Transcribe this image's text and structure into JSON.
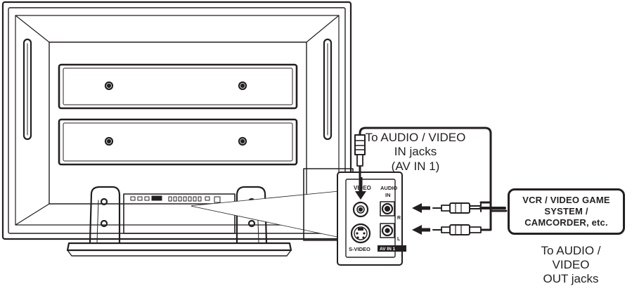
{
  "labels": {
    "in_jacks": [
      "To AUDIO / VIDEO",
      "IN jacks",
      "(AV IN 1)"
    ],
    "out_jacks": [
      "To AUDIO /",
      "VIDEO",
      "OUT jacks"
    ],
    "device": [
      "VCR / VIDEO GAME",
      "SYSTEM /",
      "CAMCORDER, etc."
    ]
  },
  "panel": {
    "video_label": "VIDEO",
    "audio_label": "AUDIO",
    "audio_in_label": "IN",
    "right_label": "R",
    "left_label": "L",
    "svideo_label": "S-VIDEO",
    "av_in_badge": "AV IN 1"
  },
  "colors": {
    "line": "#231f20",
    "background": "#ffffff"
  }
}
